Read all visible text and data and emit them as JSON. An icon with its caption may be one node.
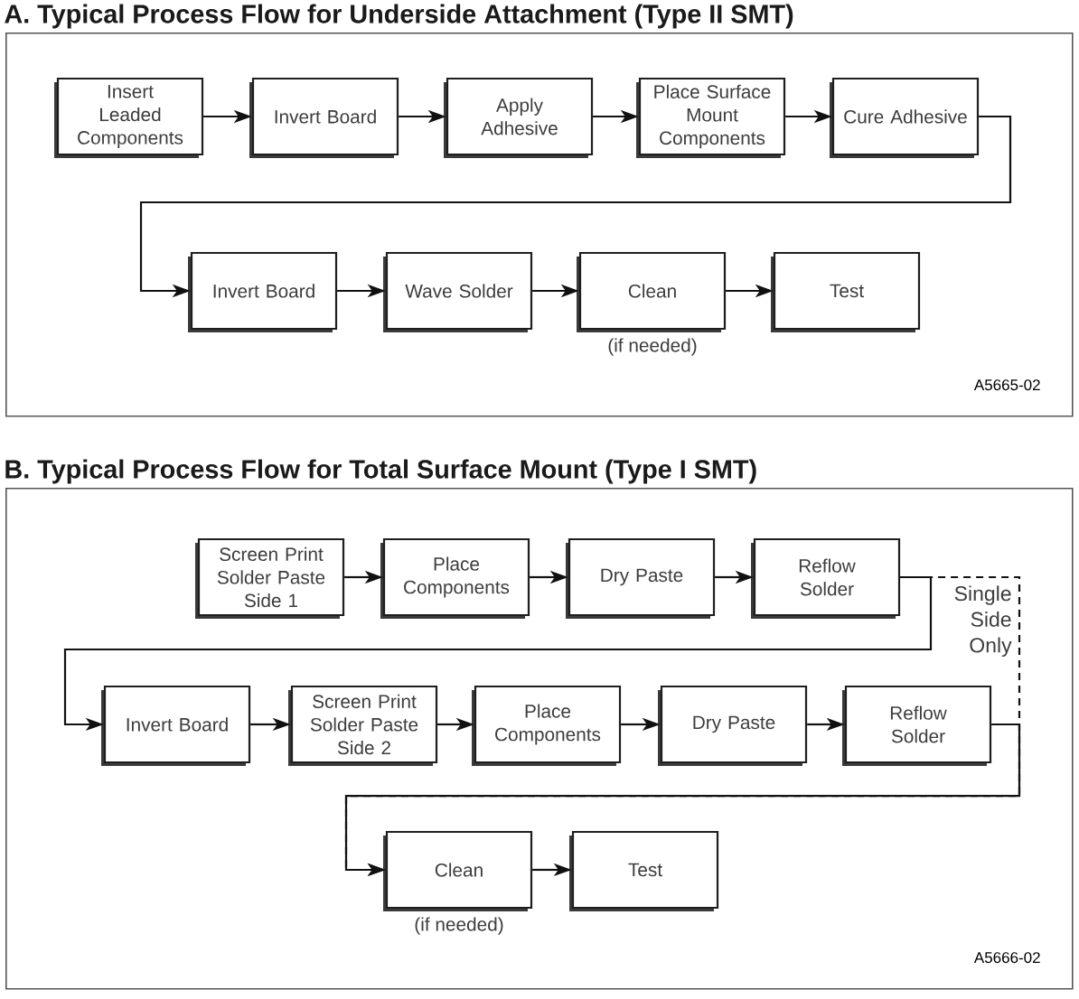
{
  "diagram": {
    "nodes": [
      {
        "text": [
          "A. Typical Process Flow for Underside Attachment (Type II SMT)",
          "A5665-02"
        ]
      },
      {
        "text": [
          "Insert Leaded Components"
        ],
        "in": 0
      },
      {
        "text": [
          "Invert Board"
        ],
        "in": 0
      },
      {
        "text": [
          "Apply Adhesive"
        ],
        "in": 0
      },
      {
        "text": [
          "Place Surface Mount Components"
        ],
        "in": 0
      },
      {
        "text": [
          "Cure Adhesive"
        ],
        "in": 0
      },
      {
        "text": [
          "Invert Board"
        ],
        "in": 0
      },
      {
        "text": [
          "Wave Solder"
        ],
        "in": 0
      },
      {
        "text": [
          "Clean"
        ],
        "in": 0,
        "beside": [
          "(if needed)"
        ]
      },
      {
        "text": [
          "Test"
        ],
        "in": 0
      },
      {
        "text": [
          "B. Typical Process Flow for Total Surface Mount (Type I SMT)",
          "A5666-02"
        ]
      },
      {
        "text": [
          "Screen Print Solder Paste Side 1"
        ],
        "in": 10
      },
      {
        "text": [
          "Place Components"
        ],
        "in": 10
      },
      {
        "text": [
          "Dry Paste"
        ],
        "in": 10
      },
      {
        "text": [
          "Reflow Solder"
        ],
        "in": 10
      },
      {
        "text": [
          "Invert Board"
        ],
        "in": 10
      },
      {
        "text": [
          "Screen Print Solder Paste Side 2"
        ],
        "in": 10
      },
      {
        "text": [
          "Place Components"
        ],
        "in": 10
      },
      {
        "text": [
          "Dry Paste"
        ],
        "in": 10
      },
      {
        "text": [
          "Reflow Solder"
        ],
        "in": 10
      },
      {
        "text": [
          "Clean"
        ],
        "in": 10,
        "beside": [
          "(if needed)"
        ]
      },
      {
        "text": [
          "Test"
        ],
        "in": 10
      }
    ],
    "edges": [
      {
        "from": 1,
        "to": 2,
        "arrow": "to"
      },
      {
        "from": 2,
        "to": 3,
        "arrow": "to"
      },
      {
        "from": 3,
        "to": 4,
        "arrow": "to"
      },
      {
        "from": 4,
        "to": 5,
        "arrow": "to"
      },
      {
        "from": 5,
        "to": 6,
        "arrow": "to"
      },
      {
        "from": 6,
        "to": 7,
        "arrow": "to"
      },
      {
        "from": 7,
        "to": 8,
        "arrow": "to"
      },
      {
        "from": 8,
        "to": 9,
        "arrow": "to"
      },
      {
        "from": 11,
        "to": 12,
        "arrow": "to"
      },
      {
        "from": 12,
        "to": 13,
        "arrow": "to"
      },
      {
        "from": 13,
        "to": 14,
        "arrow": "to"
      },
      {
        "from": 14,
        "to": 15,
        "arrow": "to"
      },
      {
        "from": 15,
        "to": 16,
        "arrow": "to"
      },
      {
        "from": 16,
        "to": 17,
        "arrow": "to"
      },
      {
        "from": 17,
        "to": 18,
        "arrow": "to"
      },
      {
        "from": 18,
        "to": 19,
        "arrow": "to"
      },
      {
        "from": 19,
        "to": 20,
        "arrow": "to"
      },
      {
        "from": 14,
        "to": 20,
        "arrow": "to",
        "style": "dashed",
        "label": "Single Side Only"
      },
      {
        "from": 20,
        "to": 21,
        "arrow": "to"
      }
    ]
  }
}
